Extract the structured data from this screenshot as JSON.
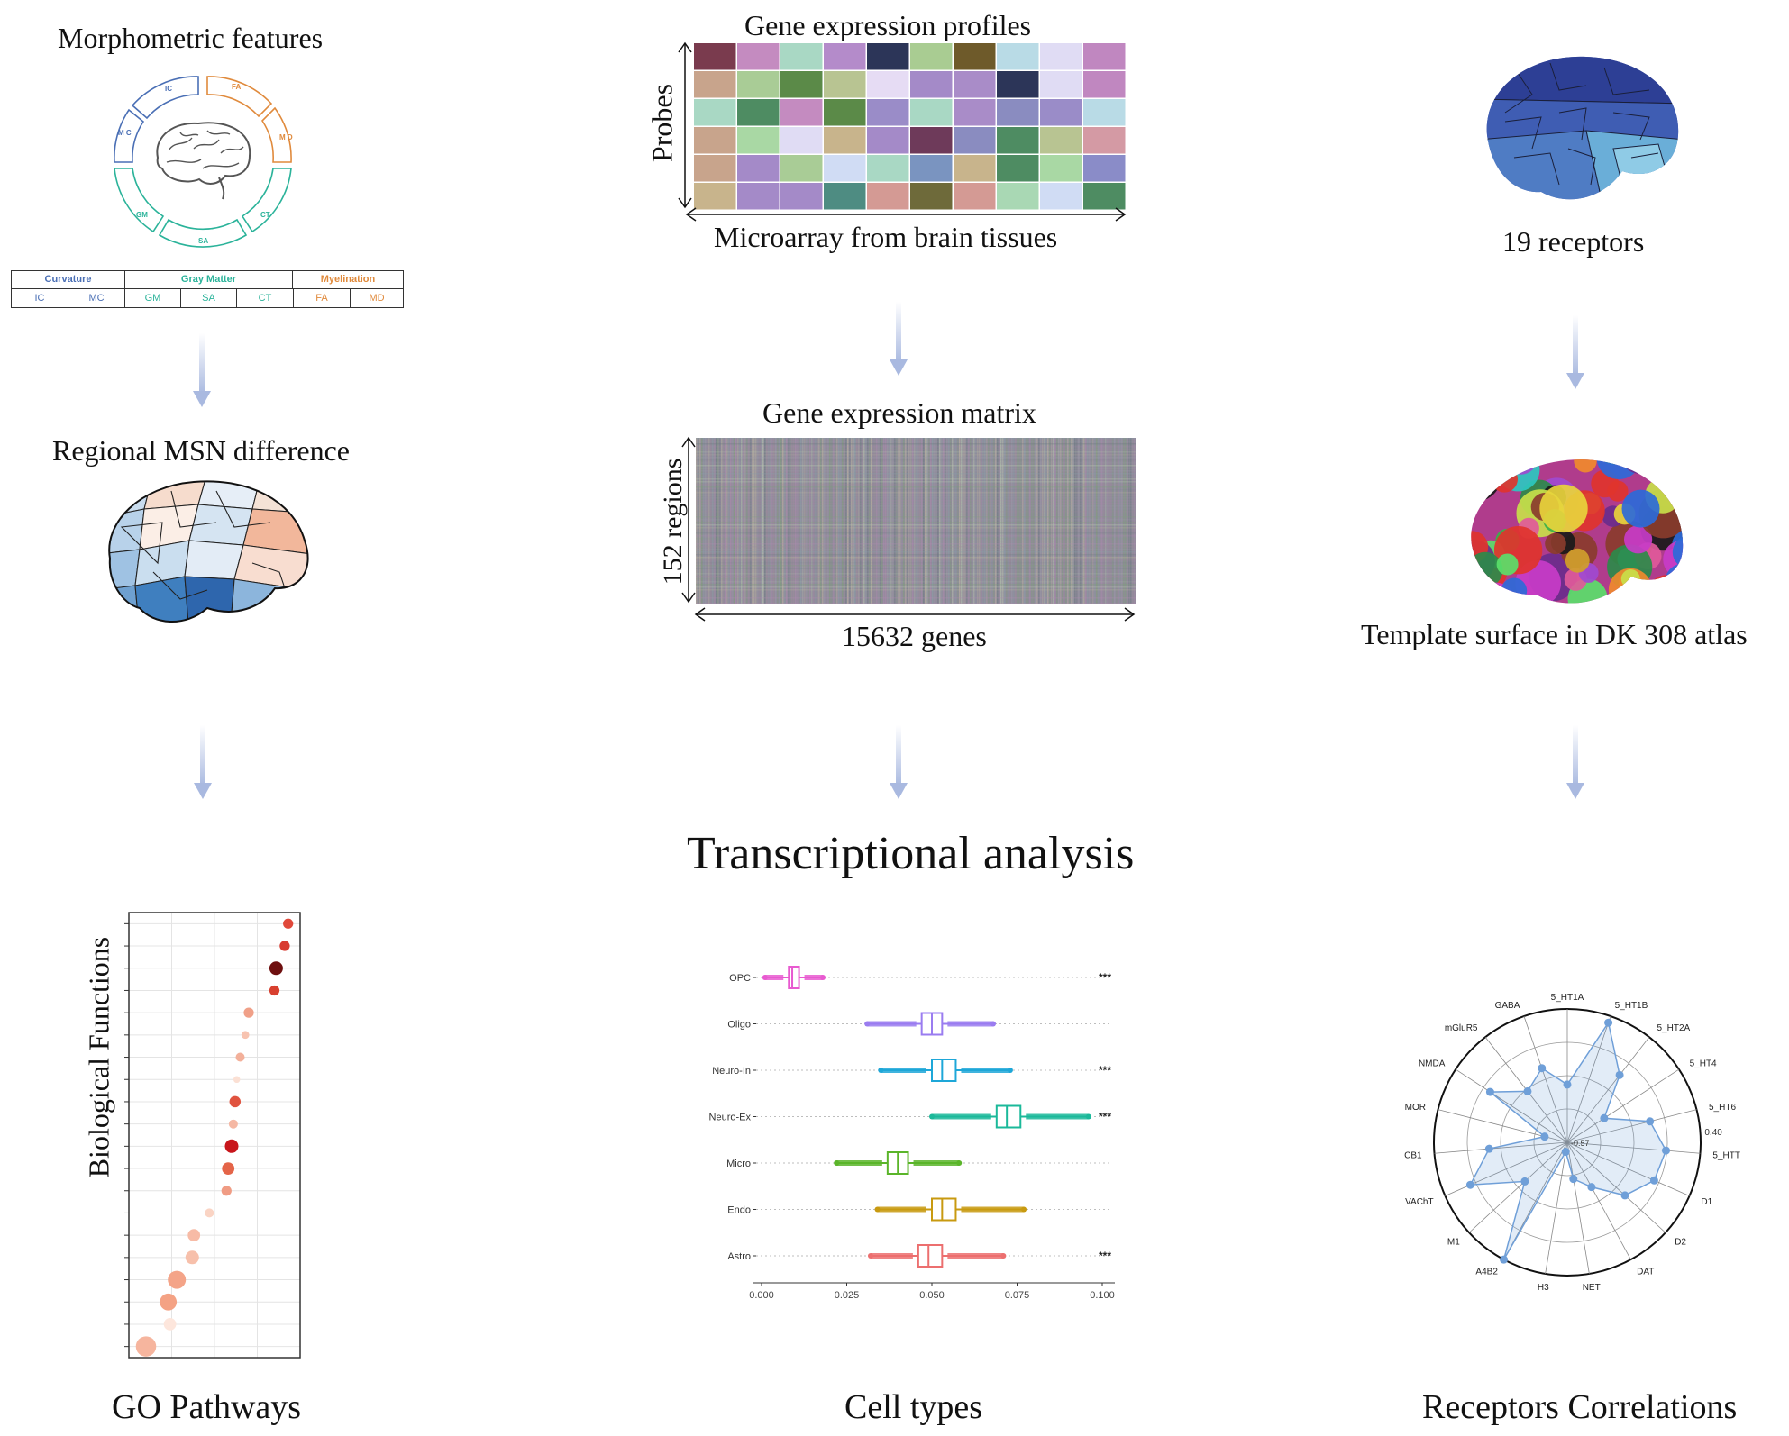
{
  "left": {
    "morph_title": "Morphometric features",
    "ring_labels": {
      "ic": "IC",
      "fa": "FA",
      "md": "M\nD",
      "mc": "M\nC",
      "gm": "GM",
      "ct": "CT",
      "sa": "SA"
    },
    "table_header": [
      "Curvature",
      "Gray Matter",
      "Myelination"
    ],
    "table_cells": [
      "IC",
      "MC",
      "GM",
      "SA",
      "CT",
      "FA",
      "MD"
    ],
    "msn_title": "Regional MSN difference",
    "go_ylabel": "Biological Functions",
    "go_title": "GO Pathways"
  },
  "middle": {
    "profiles_title": "Gene expression profiles",
    "probes_label": "Probes",
    "microarray_label": "Microarray from brain tissues",
    "matrix_title": "Gene expression matrix",
    "regions_label": "152 regions",
    "genes_label": "15632 genes",
    "analysis_title": "Transcriptional analysis",
    "celltypes_title": "Cell types"
  },
  "right": {
    "receptors_label": "19 receptors",
    "template_label": "Template surface in DK 308 atlas",
    "correlations_title": "Receptors Correlations",
    "radar_center_label": "-0.57",
    "radar_outer_label": "0.40"
  },
  "colors": {
    "curvature": "#4a6fb5",
    "gray_matter": "#2bb39a",
    "myelination": "#e08a3c",
    "arrow": "#a9b9e0",
    "radar": "#6f9fd8"
  },
  "chart_data": [
    {
      "type": "boxplot",
      "categories": [
        "OPC",
        "Oligo",
        "Neuro-In",
        "Neuro-Ex",
        "Micro",
        "Endo",
        "Astro"
      ],
      "xlim": [
        0,
        0.1
      ],
      "xticks": [
        "0.000",
        "0.025",
        "0.050",
        "0.075",
        "0.100"
      ],
      "series": [
        {
          "name": "OPC",
          "min": 0.001,
          "q1": 0.008,
          "median": 0.009,
          "q3": 0.011,
          "max": 0.018,
          "sig": "***",
          "color": "#e85ad0"
        },
        {
          "name": "Oligo",
          "min": 0.031,
          "q1": 0.047,
          "median": 0.05,
          "q3": 0.053,
          "max": 0.068,
          "sig": "",
          "color": "#9a7cf0"
        },
        {
          "name": "Neuro-In",
          "min": 0.035,
          "q1": 0.05,
          "median": 0.053,
          "q3": 0.057,
          "max": 0.073,
          "sig": "***",
          "color": "#1ea7d8"
        },
        {
          "name": "Neuro-Ex",
          "min": 0.05,
          "q1": 0.069,
          "median": 0.072,
          "q3": 0.076,
          "max": 0.096,
          "sig": "***",
          "color": "#1bb99a"
        },
        {
          "name": "Micro",
          "min": 0.022,
          "q1": 0.037,
          "median": 0.04,
          "q3": 0.043,
          "max": 0.058,
          "sig": "",
          "color": "#5bb52a"
        },
        {
          "name": "Endo",
          "min": 0.034,
          "q1": 0.05,
          "median": 0.053,
          "q3": 0.057,
          "max": 0.077,
          "sig": "",
          "color": "#c89a10"
        },
        {
          "name": "Astro",
          "min": 0.032,
          "q1": 0.046,
          "median": 0.049,
          "q3": 0.053,
          "max": 0.071,
          "sig": "***",
          "color": "#ec6f6f"
        }
      ]
    },
    {
      "type": "radar",
      "axes": [
        "5_HT1A",
        "5_HT1B",
        "5_HT2A",
        "5_HT4",
        "5_HT6",
        "5_HTT",
        "D1",
        "D2",
        "DAT",
        "NET",
        "H3",
        "A4B2",
        "M1",
        "VAChT",
        "CB1",
        "MOR",
        "NMDA",
        "mGluR5",
        "GABA"
      ],
      "values": [
        -0.15,
        0.35,
        0.05,
        -0.25,
        0.05,
        0.15,
        0.12,
        0.0,
        -0.2,
        -0.3,
        -0.5,
        0.4,
        -0.15,
        0.2,
        0.0,
        -0.4,
        0.1,
        -0.1,
        0.0
      ],
      "range": [
        -0.57,
        0.4
      ]
    },
    {
      "type": "dot",
      "ylabel": "Biological Functions",
      "points": [
        {
          "x": 0.93,
          "size": 9,
          "color": "#e0483a"
        },
        {
          "x": 0.91,
          "size": 9,
          "color": "#d83b30"
        },
        {
          "x": 0.86,
          "size": 12,
          "color": "#6e0f0f"
        },
        {
          "x": 0.85,
          "size": 9,
          "color": "#d8402f"
        },
        {
          "x": 0.7,
          "size": 9,
          "color": "#f0a088"
        },
        {
          "x": 0.68,
          "size": 7,
          "color": "#f7c3b0"
        },
        {
          "x": 0.65,
          "size": 8,
          "color": "#f3b09a"
        },
        {
          "x": 0.63,
          "size": 6,
          "color": "#fbe0d4"
        },
        {
          "x": 0.62,
          "size": 10,
          "color": "#e0533f"
        },
        {
          "x": 0.61,
          "size": 8,
          "color": "#f5b8a4"
        },
        {
          "x": 0.6,
          "size": 12,
          "color": "#c8161b"
        },
        {
          "x": 0.58,
          "size": 11,
          "color": "#e46448"
        },
        {
          "x": 0.57,
          "size": 9,
          "color": "#f09c84"
        },
        {
          "x": 0.47,
          "size": 8,
          "color": "#fad4c4"
        },
        {
          "x": 0.38,
          "size": 11,
          "color": "#f7bba6"
        },
        {
          "x": 0.37,
          "size": 12,
          "color": "#f7c0ab"
        },
        {
          "x": 0.28,
          "size": 16,
          "color": "#f4a488"
        },
        {
          "x": 0.23,
          "size": 15,
          "color": "#f4a284"
        },
        {
          "x": 0.24,
          "size": 11,
          "color": "#fde6dc"
        },
        {
          "x": 0.1,
          "size": 18,
          "color": "#f6b59e"
        }
      ]
    }
  ]
}
